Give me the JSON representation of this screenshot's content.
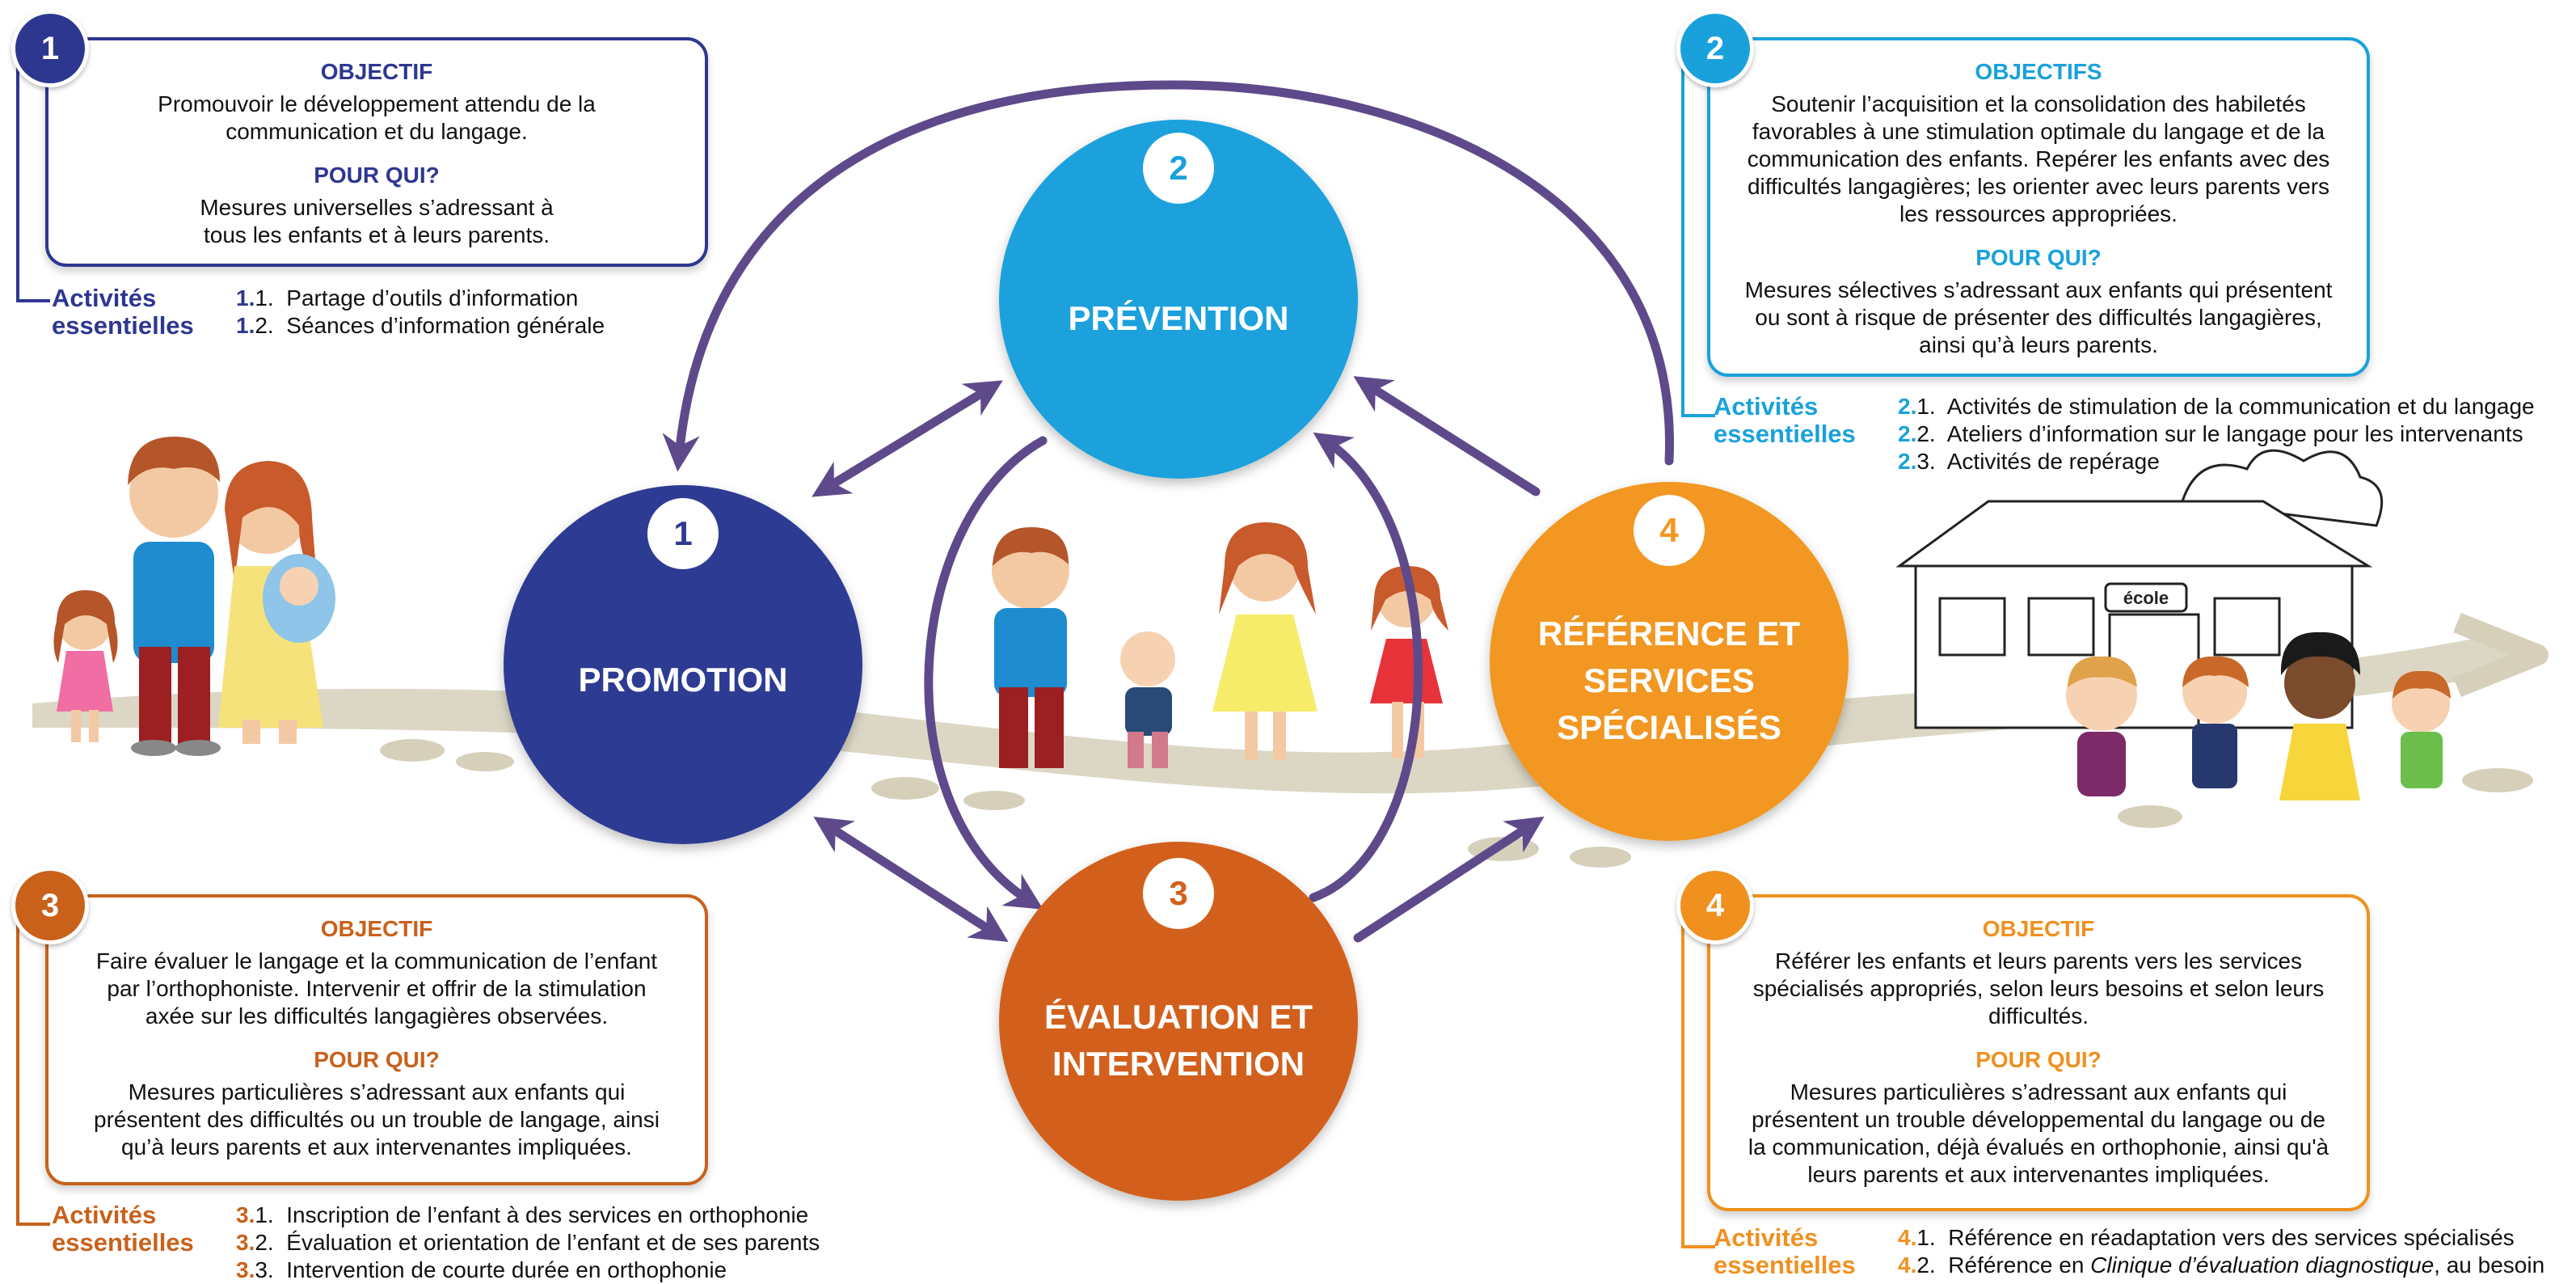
{
  "colors": {
    "promotion": "#2e3a93",
    "prevention": "#1aa1dc",
    "evaluation": "#d2611d",
    "reference": "#f29721",
    "arrows": "#5e4a8a",
    "path": "#cfc9b3"
  },
  "circles": {
    "promotion": {
      "number": "1",
      "label": "PROMOTION"
    },
    "prevention": {
      "number": "2",
      "label": "PRÉVENTION"
    },
    "evaluation": {
      "number": "3",
      "label_line1": "ÉVALUATION ET",
      "label_line2": "INTERVENTION"
    },
    "reference": {
      "number": "4",
      "label_line1": "RÉFÉRENCE ET",
      "label_line2": "SERVICES",
      "label_line3": "SPÉCIALISÉS"
    }
  },
  "box1": {
    "badge": "1",
    "objective_heading": "OBJECTIF",
    "objective_lines": [
      "Promouvoir le développement attendu de la",
      "communication et du langage."
    ],
    "who_heading": "POUR QUI?",
    "who_lines": [
      "Mesures universelles s’adressant à",
      "tous les enfants et à leurs parents."
    ],
    "activities_title": [
      "Activités",
      "essentielles"
    ],
    "activities": [
      {
        "num": "1.",
        "sub": "1.",
        "text": "Partage d’outils d’information"
      },
      {
        "num": "1.",
        "sub": "2.",
        "text": "Séances d’information générale"
      }
    ]
  },
  "box2": {
    "badge": "2",
    "objective_heading": "OBJECTIFS",
    "objective_lines": [
      "Soutenir l’acquisition et la consolidation des habiletés",
      "favorables à une stimulation optimale du langage et de la",
      "communication des enfants. Repérer les enfants avec des",
      "difficultés langagières; les orienter avec leurs parents vers",
      "les ressources appropriées."
    ],
    "who_heading": "POUR QUI?",
    "who_lines": [
      "Mesures sélectives s’adressant aux enfants qui présentent",
      "ou sont à risque de présenter des difficultés langagières,",
      "ainsi qu’à leurs parents."
    ],
    "activities_title": [
      "Activités",
      "essentielles"
    ],
    "activities": [
      {
        "num": "2.",
        "sub": "1.",
        "text": "Activités de stimulation de la communication et du langage"
      },
      {
        "num": "2.",
        "sub": "2.",
        "text": "Ateliers d’information sur le langage pour les intervenants"
      },
      {
        "num": "2.",
        "sub": "3.",
        "text": "Activités de repérage"
      }
    ]
  },
  "box3": {
    "badge": "3",
    "objective_heading": "OBJECTIF",
    "objective_lines": [
      "Faire évaluer le langage et la communication de l’enfant",
      "par l’orthophoniste. Intervenir et offrir de la stimulation",
      "axée sur les difficultés langagières observées."
    ],
    "who_heading": "POUR QUI?",
    "who_lines": [
      "Mesures particulières s’adressant aux enfants qui",
      "présentent des difficultés ou un trouble de langage, ainsi",
      "qu’à leurs parents et aux intervenantes impliquées."
    ],
    "activities_title": [
      "Activités",
      "essentielles"
    ],
    "activities": [
      {
        "num": "3.",
        "sub": "1.",
        "text": "Inscription de l’enfant à des services en orthophonie"
      },
      {
        "num": "3.",
        "sub": "2.",
        "text": "Évaluation et orientation de l’enfant et de ses parents"
      },
      {
        "num": "3.",
        "sub": "3.",
        "text": "Intervention de courte durée en orthophonie"
      }
    ]
  },
  "box4": {
    "badge": "4",
    "objective_heading": "OBJECTIF",
    "objective_lines": [
      "Référer les enfants et leurs parents vers les services",
      "spécialisés appropriés, selon leurs besoins et selon leurs",
      "difficultés."
    ],
    "who_heading": "POUR QUI?",
    "who_lines": [
      "Mesures particulières s’adressant aux enfants qui",
      "présentent un trouble développemental du langage ou de",
      "la communication, déjà évalués en orthophonie, ainsi qu'à",
      "leurs parents et aux intervenantes impliquées."
    ],
    "activities_title": [
      "Activités",
      "essentielles"
    ],
    "activities": [
      {
        "num": "4.",
        "sub": "1.",
        "text": "Référence en réadaptation vers des services spécialisés"
      },
      {
        "num": "4.",
        "sub": "2.",
        "text_pre": "Référence en ",
        "text_italic": "Clinique d’évaluation diagnostique",
        "text_post": ", au besoin"
      }
    ]
  },
  "school_sign": "école"
}
